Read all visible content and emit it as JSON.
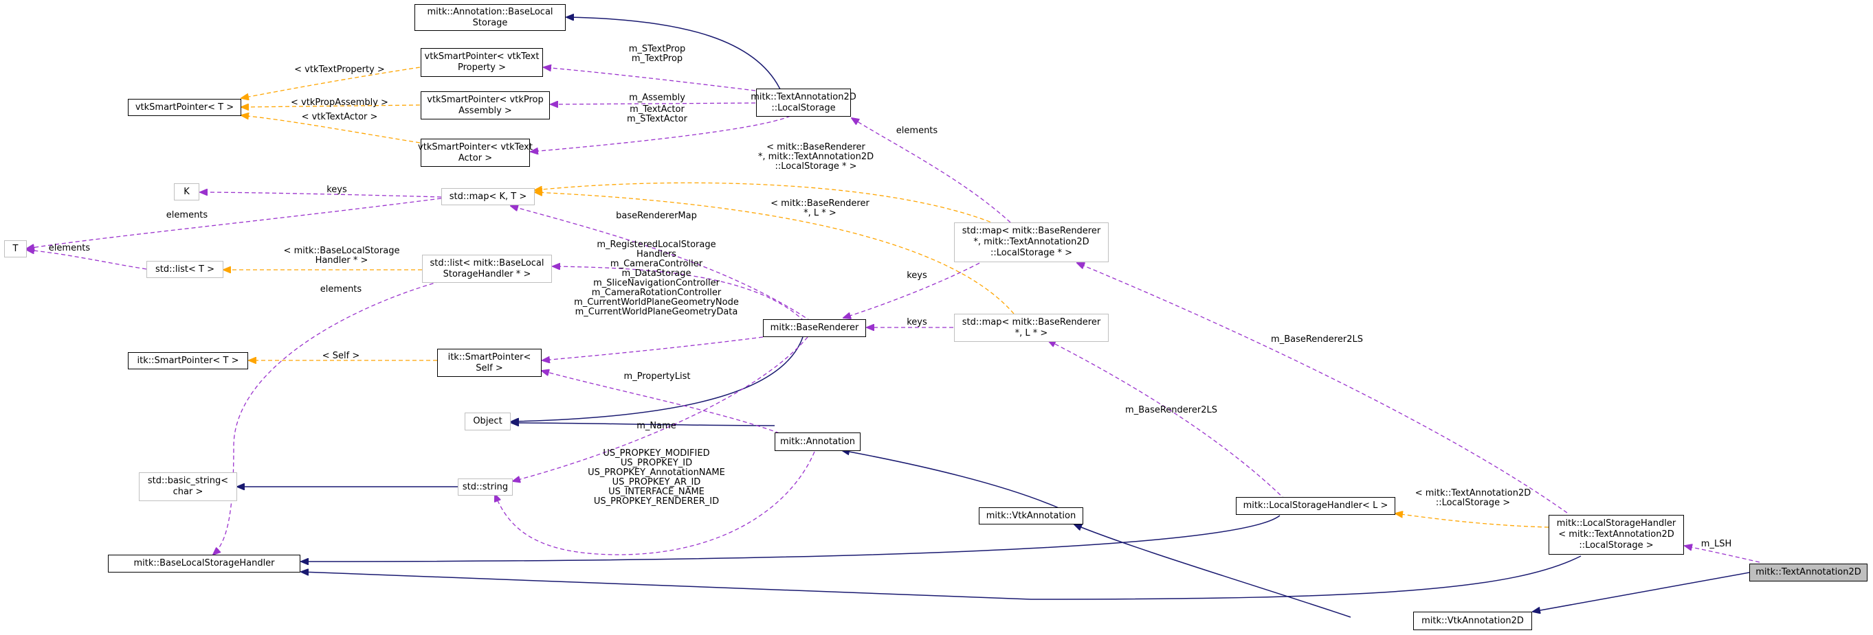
{
  "colors": {
    "inherit": "#191970",
    "usage": "#9a32cd",
    "template": "#ffa500",
    "current_fill": "#bfbfbf",
    "faint_border": "#bfbfbf"
  },
  "nodes": {
    "annotation_base_local_storage": "mitk::Annotation::BaseLocal\nStorage",
    "vtk_text_property": "vtkSmartPointer< vtkText\nProperty >",
    "vtk_prop_assembly": "vtkSmartPointer< vtkProp\nAssembly >",
    "vtk_text_actor": "vtkSmartPointer< vtkText\nActor >",
    "vtk_smart_pointer_t": "vtkSmartPointer< T >",
    "text_annotation_local_storage": "mitk::TextAnnotation2D\n::LocalStorage",
    "k": "K",
    "std_map_k_t": "std::map< K, T >",
    "t": "T",
    "std_list_t": "std::list< T >",
    "std_list_base_local": "std::list< mitk::BaseLocal\nStorageHandler * >",
    "std_map_renderer_localstorage": "std::map< mitk::BaseRenderer\n*, mitk::TextAnnotation2D\n::LocalStorage * >",
    "std_map_renderer_l": "std::map< mitk::BaseRenderer\n*, L * >",
    "base_renderer": "mitk::BaseRenderer",
    "itk_smart_pointer_t": "itk::SmartPointer< T >",
    "itk_smart_pointer_self": "itk::SmartPointer<\nSelf >",
    "object": "Object",
    "annotation": "mitk::Annotation",
    "std_basic_string": "std::basic_string<\nchar >",
    "std_string": "std::string",
    "vtk_annotation": "mitk::VtkAnnotation",
    "local_storage_handler_l": "mitk::LocalStorageHandler< L >",
    "local_storage_handler_text": "mitk::LocalStorageHandler\n< mitk::TextAnnotation2D\n::LocalStorage >",
    "base_local_storage_handler": "mitk::BaseLocalStorageHandler",
    "text_annotation_2d": "mitk::TextAnnotation2D",
    "vtk_annotation_2d": "mitk::VtkAnnotation2D"
  },
  "edge_labels": {
    "m_stextprop": "m_STextProp\nm_TextProp",
    "vtk_text_property_tpl": "< vtkTextProperty >",
    "m_assembly": "m_Assembly",
    "vtk_prop_assembly_tpl": "< vtkPropAssembly >",
    "m_textactor": "m_TextActor\nm_STextActor",
    "vtk_text_actor_tpl": "< vtkTextActor >",
    "elements_local_storage": "elements",
    "keys_k": "keys",
    "elements_t_map": "elements",
    "elements_t_list": "elements",
    "map_renderer_localstorage_tpl": "< mitk::BaseRenderer\n*, mitk::TextAnnotation2D\n::LocalStorage * >",
    "base_renderer_map": "baseRendererMap",
    "map_renderer_l_tpl": "< mitk::BaseRenderer\n*, L * >",
    "base_local_storage_handler_tpl": "< mitk::BaseLocalStorage\nHandler * >",
    "m_registered_local_storage_handlers": "m_RegisteredLocalStorage\nHandlers",
    "elements_base_local": "elements",
    "keys_map_localstorage": "keys",
    "keys_map_l": "keys",
    "m_base_renderer_2ls_text": "m_BaseRenderer2LS",
    "m_base_renderer_2ls_l": "m_BaseRenderer2LS",
    "m_camera_controller": "m_CameraController\nm_DataStorage\nm_SliceNavigationController\nm_CameraRotationController\nm_CurrentWorldPlaneGeometryNode\nm_CurrentWorldPlaneGeometryData",
    "self_tpl": "< Self >",
    "m_property_list": "m_PropertyList",
    "m_name": "m_Name",
    "us_propkey": "US_PROPKEY_MODIFIED\nUS_PROPKEY_ID\nUS_PROPKEY_AnnotationNAME\nUS_PROPKEY_AR_ID\nUS_INTERFACE_NAME\nUS_PROPKEY_RENDERER_ID",
    "text_annotation_local_storage_tpl": "< mitk::TextAnnotation2D\n::LocalStorage >",
    "m_lsh": "m_LSH"
  }
}
